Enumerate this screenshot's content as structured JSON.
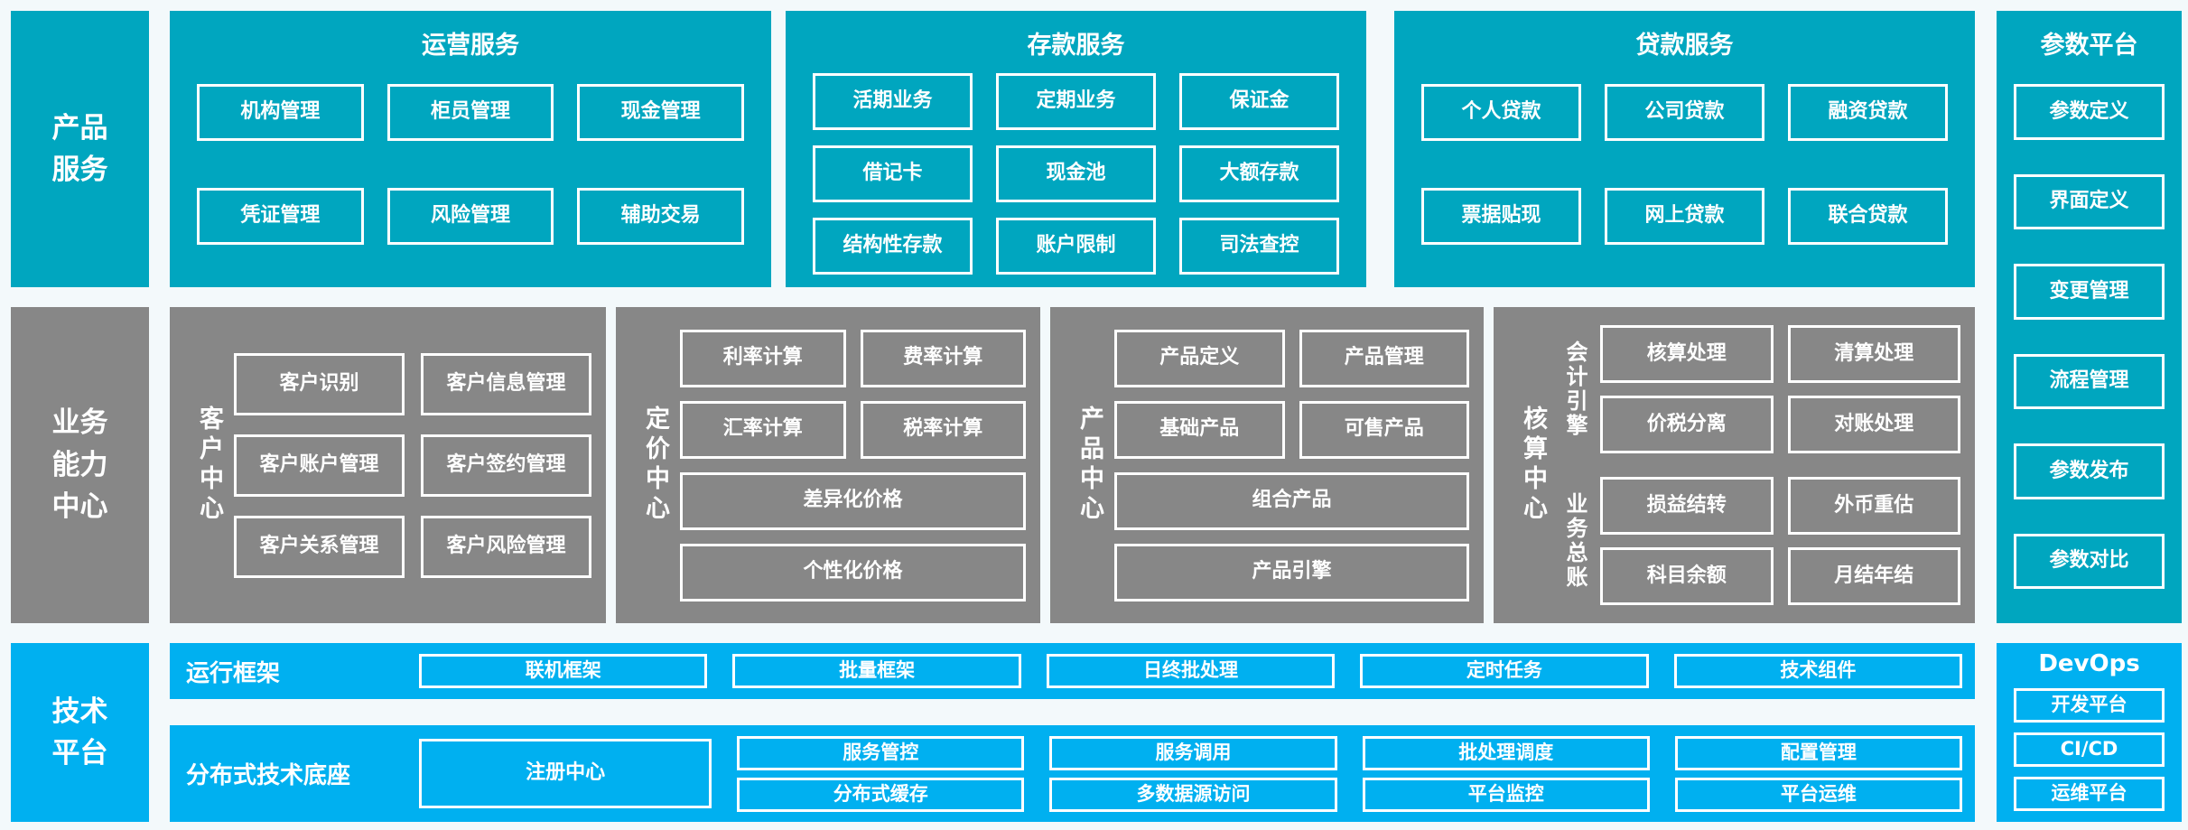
{
  "colors": {
    "teal": "#00a6bf",
    "gray": "#878787",
    "blue": "#00b0f0",
    "background": "#f3f9fb",
    "box_border": "#ffffff",
    "text": "#ffffff"
  },
  "sidebar": {
    "product": "产品服务",
    "business": "业务能力中心",
    "tech": "技术平台"
  },
  "top": {
    "ops": {
      "title": "运营服务",
      "items": [
        "机构管理",
        "柜员管理",
        "现金管理",
        "凭证管理",
        "风险管理",
        "辅助交易"
      ]
    },
    "deposit": {
      "title": "存款服务",
      "items": [
        "活期业务",
        "定期业务",
        "保证金",
        "借记卡",
        "现金池",
        "大额存款",
        "结构性存款",
        "账户限制",
        "司法查控"
      ]
    },
    "loan": {
      "title": "贷款服务",
      "items": [
        "个人贷款",
        "公司贷款",
        "融资贷款",
        "票据贴现",
        "网上贷款",
        "联合贷款"
      ]
    },
    "param": {
      "title": "参数平台",
      "items": [
        "参数定义",
        "界面定义",
        "变更管理",
        "流程管理",
        "参数发布",
        "参数对比"
      ]
    }
  },
  "middle": {
    "customer": {
      "label": "客户中心",
      "items": [
        "客户识别",
        "客户信息管理",
        "客户账户管理",
        "客户签约管理",
        "客户关系管理",
        "客户风险管理"
      ]
    },
    "pricing": {
      "label": "定价中心",
      "items": [
        "利率计算",
        "费率计算",
        "汇率计算",
        "税率计算",
        "差异化价格",
        "个性化价格"
      ]
    },
    "product": {
      "label": "产品中心",
      "items": [
        "产品定义",
        "产品管理",
        "基础产品",
        "可售产品",
        "组合产品",
        "产品引擎"
      ]
    },
    "accounting": {
      "label": "核算中心",
      "engine": {
        "label": "会计引擎",
        "items": [
          "核算处理",
          "清算处理",
          "价税分离",
          "对账处理"
        ]
      },
      "ledger": {
        "label": "业务总账",
        "items": [
          "损益结转",
          "外币重估",
          "科目余额",
          "月结年结"
        ]
      }
    }
  },
  "bottom": {
    "runtime": {
      "label": "运行框架",
      "items": [
        "联机框架",
        "批量框架",
        "日终批处理",
        "定时任务",
        "技术组件"
      ]
    },
    "base": {
      "label": "分布式技术底座",
      "registry": "注册中心",
      "items": [
        "服务管控",
        "分布式缓存",
        "服务调用",
        "多数据源访问",
        "批处理调度",
        "平台监控",
        "配置管理",
        "平台运维"
      ]
    },
    "devops": {
      "title": "DevOps",
      "items": [
        "开发平台",
        "CI/CD",
        "运维平台"
      ]
    }
  }
}
